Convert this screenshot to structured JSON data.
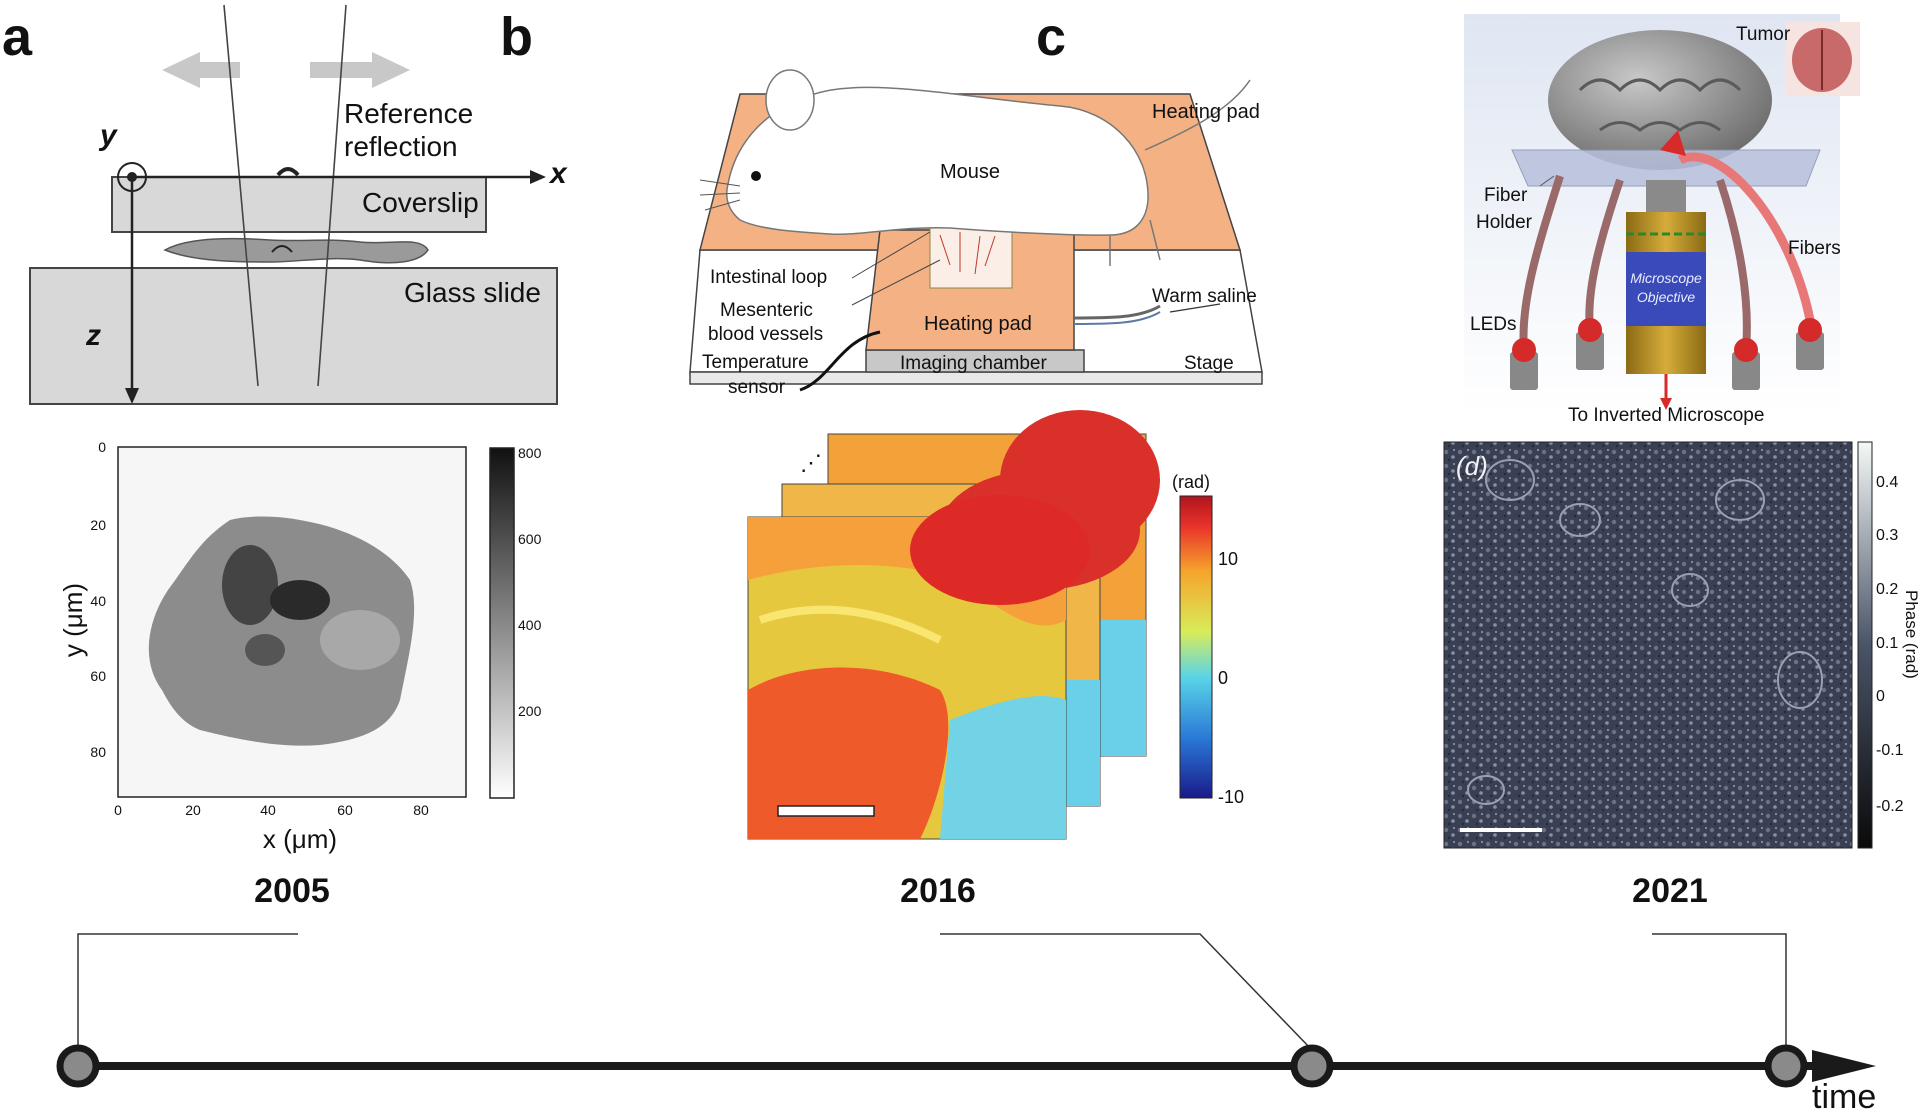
{
  "panels": {
    "a": {
      "letter": "a",
      "diagram": {
        "axis_y": "y",
        "axis_x": "x",
        "axis_z": "z",
        "reference": [
          "Reference",
          "reflection"
        ],
        "coverslip": "Coverslip",
        "glass_slide": "Glass slide"
      },
      "image": {
        "ylabel": "y (μm)",
        "xlabel": "x (μm)",
        "y_ticks": [
          "0",
          "20",
          "40",
          "60",
          "80"
        ],
        "x_ticks": [
          "0",
          "20",
          "40",
          "60",
          "80"
        ],
        "colorbar_ticks": [
          "800",
          "600",
          "400",
          "200"
        ]
      },
      "year": "2005"
    },
    "b": {
      "letter": "b",
      "diagram": {
        "heating_pad_top": "Heating pad",
        "mouse": "Mouse",
        "intestinal_loop": "Intestinal loop",
        "mesenteric": [
          "Mesenteric",
          "blood vessels"
        ],
        "heating_pad": "Heating pad",
        "warm_saline": "Warm saline",
        "temperature_sensor": [
          "Temperature",
          "sensor"
        ],
        "imaging_chamber": "Imaging chamber",
        "stage": "Stage"
      },
      "image": {
        "colorbar_unit": "(rad)",
        "colorbar_ticks": [
          "10",
          "0",
          "-10"
        ]
      },
      "year": "2016"
    },
    "c": {
      "letter": "c",
      "diagram": {
        "tumor": "Tumor",
        "fiber_holder": [
          "Fiber",
          "Holder"
        ],
        "fibers": "Fibers",
        "leds": "LEDs",
        "objective": [
          "Microscope",
          "Objective"
        ],
        "to_inverted": "To Inverted Microscope"
      },
      "image": {
        "inset_label": "(d)",
        "colorbar_label": "Phase (rad)",
        "colorbar_ticks": [
          "0.4",
          "0.3",
          "0.2",
          "0.1",
          "0",
          "-0.1",
          "-0.2"
        ]
      },
      "year": "2021"
    }
  },
  "timeline": {
    "axis_label": "time"
  },
  "colors": {
    "heating_pad": "#f4b184",
    "timeline": "#1a1a1a",
    "node_fill": "#8a8a8a",
    "tumor_red": "#d94a4a"
  }
}
